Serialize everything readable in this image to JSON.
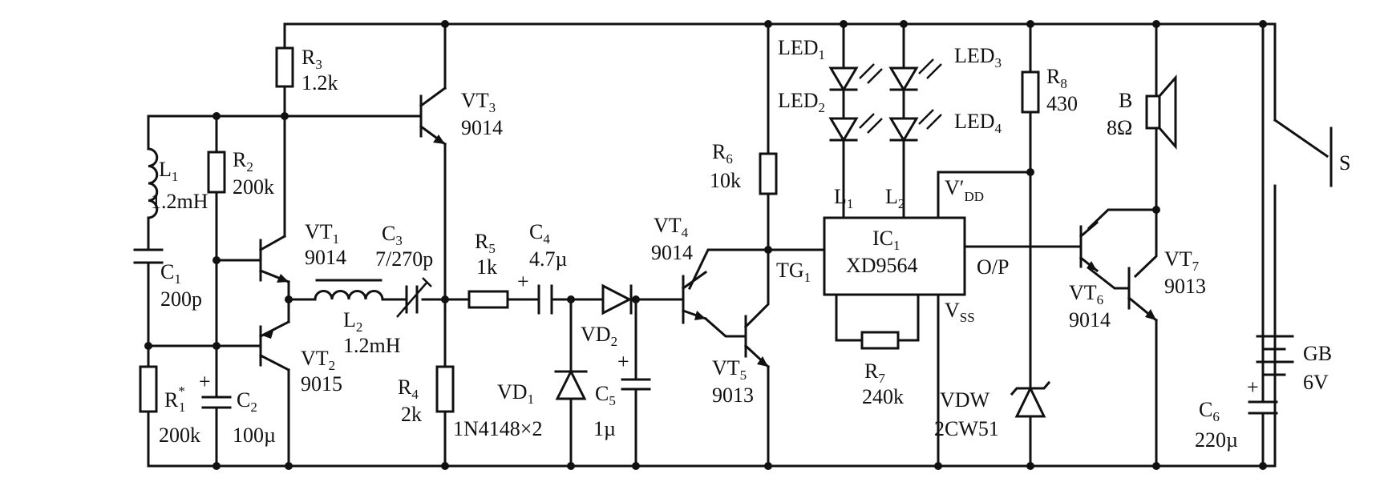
{
  "circuit": {
    "labels": [
      {
        "id": "r3",
        "main": "R",
        "sub": "3",
        "value": "1.2k"
      },
      {
        "id": "vt3",
        "main": "VT",
        "sub": "3",
        "value": "9014"
      },
      {
        "id": "l1",
        "main": "L",
        "sub": "1",
        "value": "1.2mH"
      },
      {
        "id": "r2",
        "main": "R",
        "sub": "2",
        "value": "200k"
      },
      {
        "id": "vt1",
        "main": "VT",
        "sub": "1",
        "value": "9014"
      },
      {
        "id": "c3",
        "main": "C",
        "sub": "3",
        "value": "7/270p"
      },
      {
        "id": "c1",
        "main": "C",
        "sub": "1",
        "value": "200p"
      },
      {
        "id": "l2",
        "main": "L",
        "sub": "2",
        "value": "1.2mH"
      },
      {
        "id": "vt2",
        "main": "VT",
        "sub": "2",
        "value": "9015"
      },
      {
        "id": "r1",
        "main": "R",
        "sub": "1",
        "sup": "*",
        "value": "200k"
      },
      {
        "id": "c2",
        "main": "C",
        "sub": "2",
        "value": "100µ"
      },
      {
        "id": "r5",
        "main": "R",
        "sub": "5",
        "value": "1k"
      },
      {
        "id": "c4",
        "main": "C",
        "sub": "4",
        "value": "4.7µ"
      },
      {
        "id": "r4",
        "main": "R",
        "sub": "4",
        "value": "2k"
      },
      {
        "id": "vd2",
        "main": "VD",
        "sub": "2",
        "value": ""
      },
      {
        "id": "vd1",
        "main": "VD",
        "sub": "1",
        "value": "1N4148×2"
      },
      {
        "id": "c5",
        "main": "C",
        "sub": "5",
        "value": "1µ"
      },
      {
        "id": "vt4",
        "main": "VT",
        "sub": "4",
        "value": "9014"
      },
      {
        "id": "vt5",
        "main": "VT",
        "sub": "5",
        "value": "9013"
      },
      {
        "id": "r6",
        "main": "R",
        "sub": "6",
        "value": "10k"
      },
      {
        "id": "led1",
        "main": "LED",
        "sub": "1",
        "value": ""
      },
      {
        "id": "led2",
        "main": "LED",
        "sub": "2",
        "value": ""
      },
      {
        "id": "led3",
        "main": "LED",
        "sub": "3",
        "value": ""
      },
      {
        "id": "led4",
        "main": "LED",
        "sub": "4",
        "value": ""
      },
      {
        "id": "r8",
        "main": "R",
        "sub": "8",
        "value": "430"
      },
      {
        "id": "b",
        "main": "B",
        "sub": "",
        "value": "8Ω"
      },
      {
        "id": "r7",
        "main": "R",
        "sub": "7",
        "value": "240k"
      },
      {
        "id": "vdw",
        "main": "VDW",
        "sub": "",
        "value": "2CW51"
      },
      {
        "id": "vt6",
        "main": "VT",
        "sub": "6",
        "value": "9014"
      },
      {
        "id": "vt7",
        "main": "VT",
        "sub": "7",
        "value": "9013"
      },
      {
        "id": "c6",
        "main": "C",
        "sub": "6",
        "value": "220µ"
      },
      {
        "id": "gb",
        "main": "GB",
        "sub": "",
        "value": "6V"
      },
      {
        "id": "s",
        "main": "S",
        "sub": "",
        "value": ""
      }
    ],
    "ic": {
      "name_main": "IC",
      "name_sub": "1",
      "part": "XD9564",
      "pin_l1_main": "L",
      "pin_l1_sub": "1",
      "pin_l2_main": "L",
      "pin_l2_sub": "2",
      "pin_vdd_main": "V′",
      "pin_vdd_sub": "DD",
      "pin_tg_main": "TG",
      "pin_tg_sub": "1",
      "pin_op": "O/P",
      "pin_vss_main": "V",
      "pin_vss_sub": "SS"
    },
    "polarity_mark": "+"
  }
}
